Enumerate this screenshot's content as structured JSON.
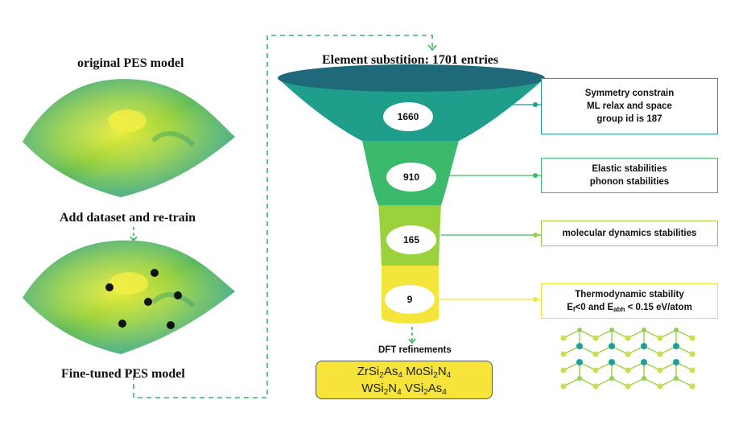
{
  "left": {
    "top_title": "original PES model",
    "middle_title": "Add dataset and re-train",
    "bottom_title": "Fine-tuned PES model"
  },
  "funnel": {
    "title": "Element substition: 1701 entries",
    "stages": [
      {
        "count": "1660",
        "color": "#1f9e8c"
      },
      {
        "count": "910",
        "color": "#3cba6b"
      },
      {
        "count": "165",
        "color": "#9bd23c"
      },
      {
        "count": "9",
        "color": "#f4e53b"
      }
    ]
  },
  "criteria": {
    "stage1_line1": "Symmetry constrain",
    "stage1_line2": "ML relax  and space",
    "stage1_line3": "group id is 187",
    "stage2_line1": "Elastic stabilities",
    "stage2_line2": "phonon stabilities",
    "stage3_line1": "molecular dynamics stabilities",
    "stage4_line1": "Thermodynamic stability",
    "stage4_e": "E",
    "stage4_f": "f",
    "stage4_mid": "<0 and E",
    "stage4_abh": "abh",
    "stage4_end": " < 0.15 eV/atom"
  },
  "dft": {
    "label": "DFT refinements",
    "m1_a": "ZrSi",
    "m1_b": "2",
    "m1_c": "As",
    "m1_d": "4",
    "m2_a": "MoSi",
    "m2_b": "2",
    "m2_c": "N",
    "m2_d": "4",
    "m3_a": "WSi",
    "m3_b": "2",
    "m3_c": "N",
    "m3_d": "4",
    "m4_a": "VSi",
    "m4_b": "2",
    "m4_c": "As",
    "m4_d": "4"
  },
  "colors": {
    "teal": "#1f9e8c",
    "green": "#3cba6b",
    "lime": "#9bd23c",
    "yellow": "#f4e53b",
    "arrow": "#3cb563"
  }
}
